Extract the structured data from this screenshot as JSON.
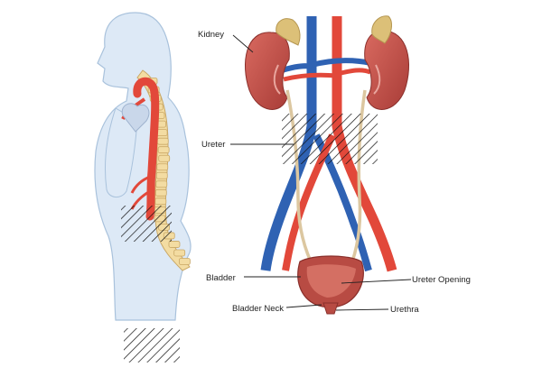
{
  "labels": {
    "kidney": "Kidney",
    "ureter": "Ureter",
    "bladder": "Bladder",
    "ureter_opening": "Ureter Opening",
    "bladder_neck": "Bladder Neck",
    "urethra": "Urethra"
  },
  "colors": {
    "skin": "#dde9f6",
    "skin_outline": "#a9c2dc",
    "spine": "#f3dca2",
    "spine_outline": "#c9a765",
    "aorta": "#e2483a",
    "kidney": "#c8514a",
    "vein": "#2f62b3",
    "ureter": "#dcc7a0",
    "adrenal": "#dcc078",
    "bladder": "#b84b43",
    "hatch": "#111111"
  }
}
